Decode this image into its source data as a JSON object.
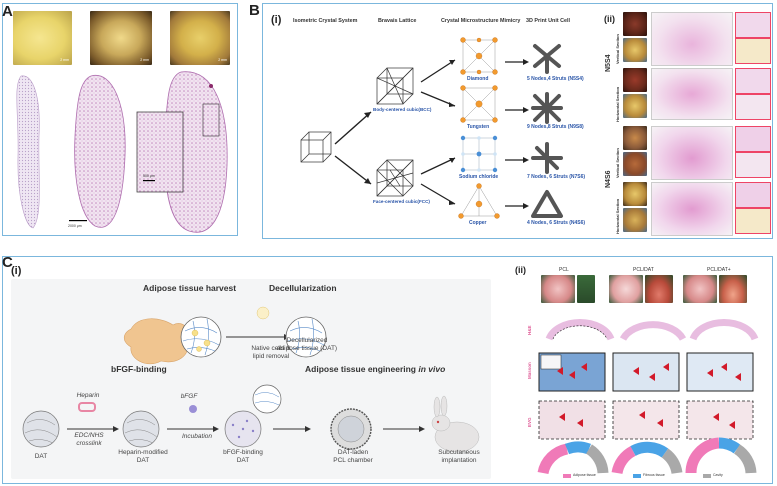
{
  "panelA": {
    "label": "A",
    "scale_inset": "500 μm",
    "scale_main": "2000 μm",
    "photo_scales": [
      "2 mm",
      "2 mm",
      "2 mm"
    ]
  },
  "panelB": {
    "label": "B",
    "sub_i": "(i)",
    "sub_ii": "(ii)",
    "headers": [
      "Isometric Crystal System",
      "Bravais Lattice",
      "Crystal Microstructure Mimicry",
      "3D Print Unit Cell"
    ],
    "lattices": [
      "Body-centered cubic(BCC)",
      "Face-centered cubic(FCC)"
    ],
    "micro": [
      "Diamond",
      "Tungsten",
      "Sodium chloride",
      "Copper"
    ],
    "cells": [
      "5 Nodes,4 Struts (N5S4)",
      "9 Nodes,8 Struts (N9S8)",
      "7 Nodes, 6 Struts (N7S6)",
      "4 Nodes, 6 Struts (N4S6)"
    ],
    "row_labels": [
      "N5S4",
      "N4S6"
    ],
    "section_labels": [
      "Vertical Section",
      "Horizontal Section",
      "Vertical Section",
      "Horizontal Section"
    ]
  },
  "panelC": {
    "label": "C",
    "sub_i": "(i)",
    "sub_ii": "(ii)",
    "titles": {
      "harvest": "Adipose tissue harvest",
      "decell": "Decellularization",
      "bfgf": "bFGF-binding",
      "engineering": "Adipose tissue engineering",
      "in_vivo": "in vivo"
    },
    "labels": {
      "native": "Native cells &\nlipid removal",
      "dat_result": "Decellularized\nadipose tissue (DAT)",
      "heparin": "Heparin",
      "edc": "EDC/NHS\ncrosslink",
      "bfgf_small": "bFGF",
      "incubation": "Incubation",
      "dat": "DAT",
      "heparin_dat": "Heparin-modified\nDAT",
      "bfgf_dat": "bFGF-binding\nDAT",
      "chamber": "DAT-laden\nPCL chamber",
      "implant": "Subcutaneous\nimplantation"
    },
    "groups": [
      "PCL",
      "PCL/DAT",
      "PCL/DAT+"
    ],
    "stain_rows": [
      "H&E",
      "Masson",
      "EVG"
    ],
    "legend": [
      "Adipose tissue",
      "Fibrous tissue",
      "Cavity"
    ],
    "colors": {
      "adipose": "#f07ab8",
      "fibrous": "#4aa3e6",
      "cavity": "#a9a9a9"
    }
  }
}
